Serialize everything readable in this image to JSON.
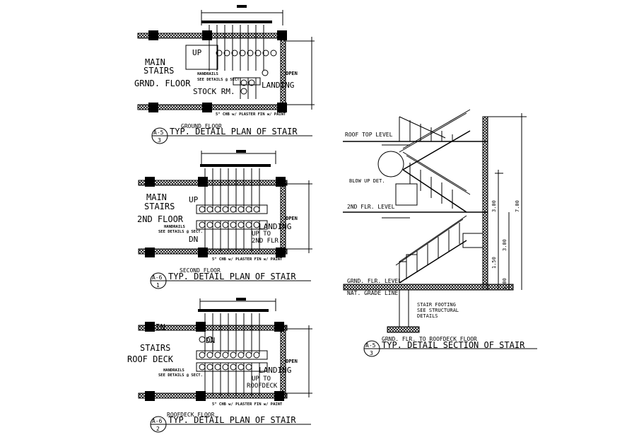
{
  "plan_ground": {
    "label_main": "MAIN",
    "label_stairs": "STAIRS",
    "floor_label": "GRND. FLOOR",
    "up_label": "UP",
    "landing_label": "LANDING",
    "stock_label": "STOCK RM.",
    "open_label": "OPEN",
    "handrails_label": "HANDRAILS",
    "see_details_label": "SEE DETAILS @ SECT.",
    "chb_label": "5\" CHB w/ PLASTER FIN w/ PAINT",
    "caption_floor": "GROUND FLOOR",
    "caption_title": "TYP. DETAIL PLAN OF STAIR",
    "ref_top": "A-5",
    "ref_bottom": "3"
  },
  "plan_second": {
    "label_main": "MAIN",
    "label_stairs": "STAIRS",
    "floor_label": "2ND FLOOR",
    "up_label": "UP",
    "dn_label": "DN",
    "landing_label": "LANDING",
    "up_to_label": "UP  TO",
    "to_floor_label": "2ND FLR.",
    "open_label": "OPEN",
    "handrails_label": "HANDRAILS",
    "see_details_label": "SEE DETAILS @ SECT.",
    "chb_label": "5\" CHB w/ PLASTER FIN w/ PAINT",
    "caption_floor": "SECOND FLOOR",
    "caption_title": "TYP. DETAIL PLAN OF STAIR",
    "ref_top": "A-6",
    "ref_bottom": "1"
  },
  "plan_roof": {
    "label_main": "MAIN",
    "label_stairs": "STAIRS",
    "floor_label": "ROOF DECK",
    "dn_label": "DN",
    "landing_label": "LANDING",
    "up_to_label": "UP  TO",
    "to_floor_label": "ROOFDECK",
    "open_label": "OPEN",
    "handrails_label": "HANDRAILS",
    "see_details_label": "SEE DETAILS @ SECT.",
    "chb_label": "5\" CHB w/ PLASTER FIN w/ PAINT",
    "caption_floor": "ROOFDECK FLOOR",
    "caption_title": "TYP. DETAIL PLAN OF STAIR",
    "ref_top": "A-6",
    "ref_bottom": "2"
  },
  "section": {
    "roof_top_level": "ROOF TOP LEVEL",
    "second_flr_level": "2ND FLR.  LEVEL",
    "grnd_flr_level": "GRND. FLR. LEVEL",
    "nat_grade_line": "NAT. GRADE LINE",
    "blow_up_det": "BLOW UP DET.",
    "stair_footing": "STAIR FOOTING",
    "see_structural": "SEE STRUCTURAL",
    "details": "DETAILS",
    "dim_total": "7.00",
    "dim_upper": "3.00",
    "dim_lower": "3.00",
    "dim_half": "1.50",
    "dim_base": "1.00",
    "caption_floor": "GRND. FLR. TO ROOFDECK FLOOR",
    "caption_title": "TYP. DETAIL SECTION OF STAIR",
    "ref_top": "A-5",
    "ref_bottom": "3"
  }
}
